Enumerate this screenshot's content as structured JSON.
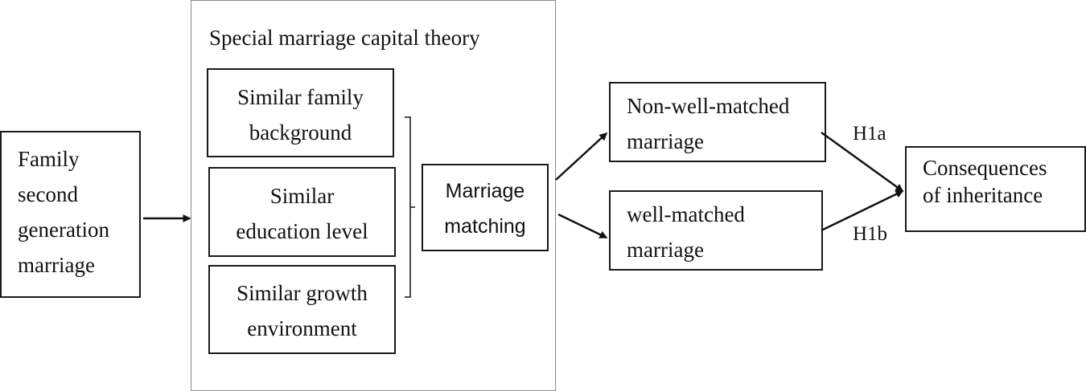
{
  "diagram": {
    "family_box": {
      "lines": [
        "Family",
        "second",
        "generation",
        "marriage"
      ]
    },
    "theory_panel": {
      "title": "Special marriage capital theory"
    },
    "similar_family": {
      "lines": [
        "Similar family",
        "background"
      ]
    },
    "similar_education": {
      "lines": [
        "Similar",
        "education level"
      ]
    },
    "similar_growth": {
      "lines": [
        "Similar growth",
        "environment"
      ]
    },
    "marriage_matching": {
      "lines": [
        "Marriage",
        "matching"
      ]
    },
    "non_well_matched": {
      "lines": [
        "Non-well-matched",
        "marriage"
      ]
    },
    "well_matched": {
      "lines": [
        "well-matched",
        "marriage"
      ]
    },
    "consequences": {
      "lines": [
        "Consequences",
        "of inheritance"
      ]
    },
    "labels": {
      "h1a": "H1a",
      "h1b": "H1b"
    }
  }
}
